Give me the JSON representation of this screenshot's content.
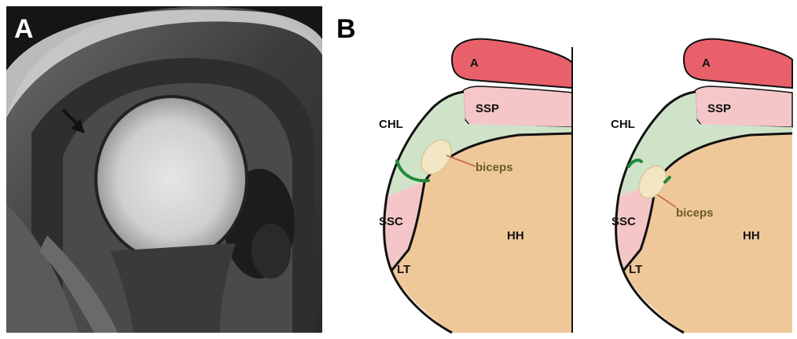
{
  "panel_a": {
    "letter": "A",
    "image_kind": "MRI shoulder scan (grayscale)",
    "arrow_color": "#111111"
  },
  "panel_b": {
    "letter": "B",
    "diagrams": [
      {
        "labels": {
          "a": "A",
          "ssp": "SSP",
          "chl": "CHL",
          "biceps": "biceps",
          "ssc": "SSC",
          "hh": "HH",
          "lt": "LT"
        }
      },
      {
        "labels": {
          "a": "A",
          "ssp": "SSP",
          "chl": "CHL",
          "biceps": "biceps",
          "ssc": "SSC",
          "hh": "HH",
          "lt": "LT"
        }
      }
    ]
  },
  "colors": {
    "acromion": "#e8606a",
    "supraspinatus": "#f4c6c8",
    "subscapularis": "#f4c6c8",
    "chl_region": "#cfe3c9",
    "humeral_head": "#efc89a",
    "biceps_tendon": "#f2e6c4",
    "sling_green": "#1f8a3a",
    "biceps_leader": "#c0603a",
    "outline": "#111111"
  }
}
